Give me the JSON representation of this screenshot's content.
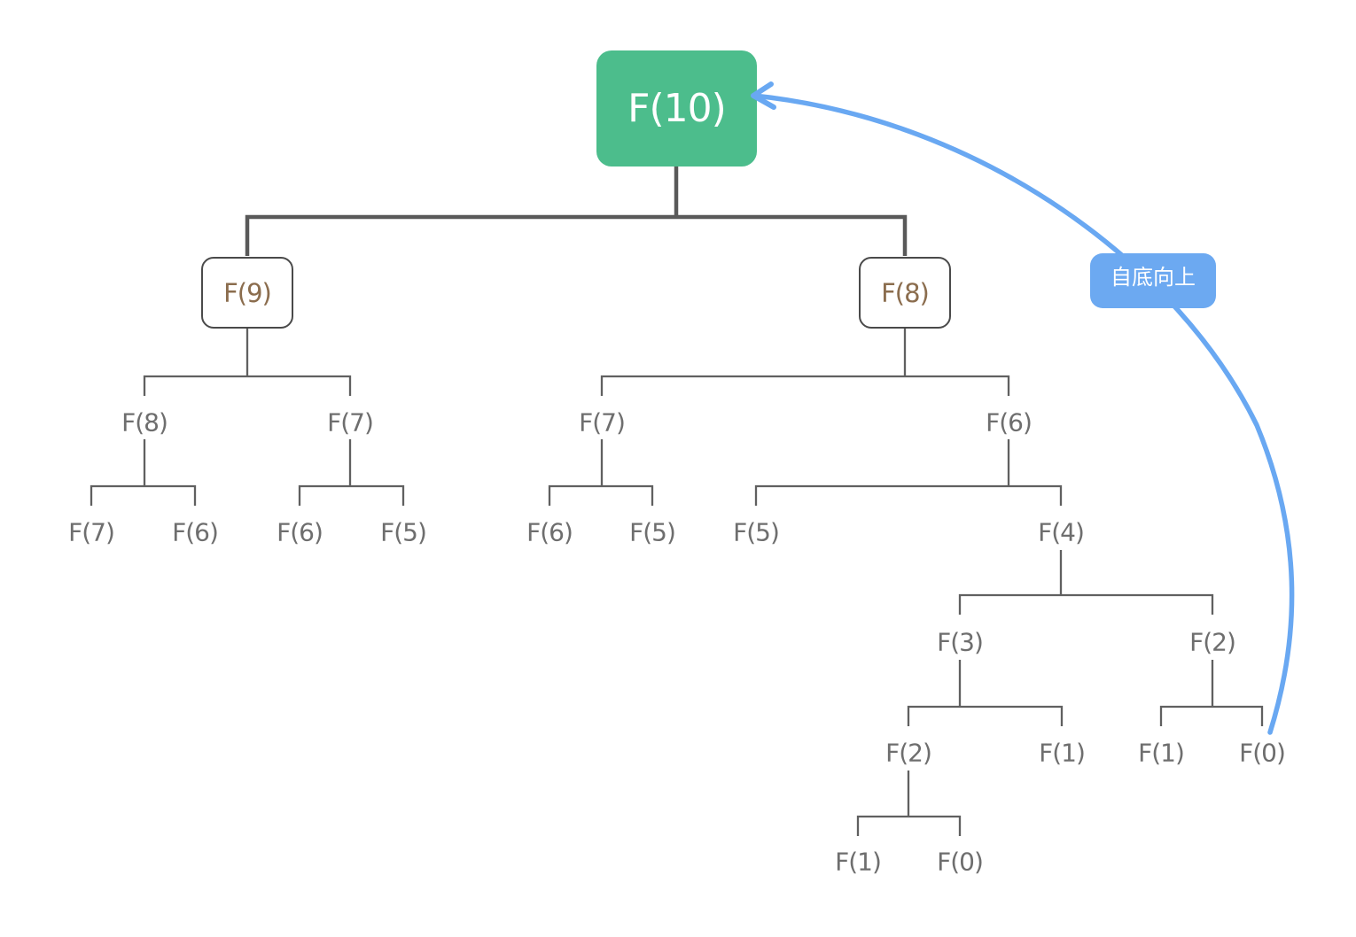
{
  "annotation": {
    "label": "自底向上"
  },
  "colors": {
    "root_fill": "#4CBD8C",
    "root_text": "#FFFFFF",
    "boxed_border": "#4A4A4A",
    "boxed_text": "#8B6D4E",
    "leaf_text": "#6E6E6E",
    "connector_line": "#5E5E5E",
    "trunk_line": "#595959",
    "arrow_blue": "#69A8F2",
    "annotation_bg": "#6CA9F1",
    "annotation_text": "#FFFFFF"
  },
  "tree": {
    "label": "F(10)",
    "children": [
      {
        "label": "F(9)",
        "children": [
          {
            "label": "F(8)",
            "children": [
              {
                "label": "F(7)"
              },
              {
                "label": "F(6)"
              }
            ]
          },
          {
            "label": "F(7)",
            "children": [
              {
                "label": "F(6)"
              },
              {
                "label": "F(5)"
              }
            ]
          }
        ]
      },
      {
        "label": "F(8)",
        "children": [
          {
            "label": "F(7)",
            "children": [
              {
                "label": "F(6)"
              },
              {
                "label": "F(5)"
              }
            ]
          },
          {
            "label": "F(6)",
            "children": [
              {
                "label": "F(5)"
              },
              {
                "label": "F(4)",
                "children": [
                  {
                    "label": "F(3)",
                    "children": [
                      {
                        "label": "F(2)",
                        "children": [
                          {
                            "label": "F(1)"
                          },
                          {
                            "label": "F(0)"
                          }
                        ]
                      },
                      {
                        "label": "F(1)"
                      }
                    ]
                  },
                  {
                    "label": "F(2)",
                    "children": [
                      {
                        "label": "F(1)"
                      },
                      {
                        "label": "F(0)"
                      }
                    ]
                  }
                ]
              }
            ]
          }
        ]
      }
    ]
  }
}
